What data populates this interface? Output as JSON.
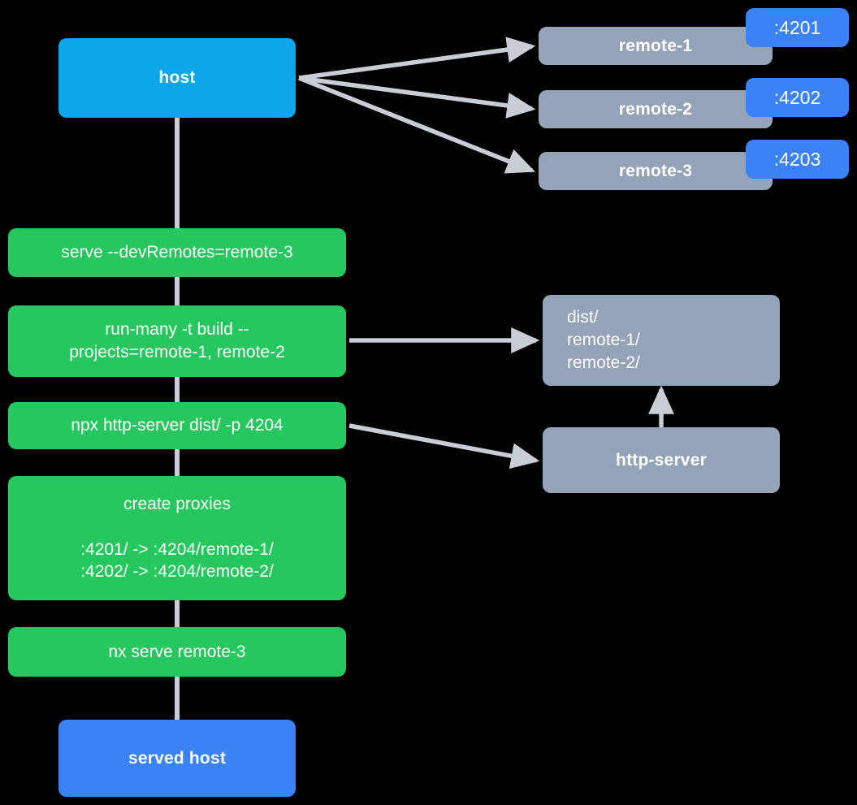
{
  "diagram": {
    "title": "nx host and remotes serving topology",
    "background": "#000000",
    "colors": {
      "host": "#0da6e8",
      "served_host": "#3b82f6",
      "command": "#25c75e",
      "remote": "#94a3b8",
      "port_badge": "#3b82f6",
      "edge": "#c9cdd6",
      "text": "#ffffff"
    }
  },
  "nodes": {
    "host": {
      "label": "host"
    },
    "served_host": {
      "label": "served host"
    },
    "remotes": [
      {
        "label": "remote-1",
        "port": ":4201"
      },
      {
        "label": "remote-2",
        "port": ":4202"
      },
      {
        "label": "remote-3",
        "port": ":4203"
      }
    ],
    "commands": [
      {
        "label": "serve --devRemotes=remote-3"
      },
      {
        "label": "run-many -t build --\nprojects=remote-1, remote-2"
      },
      {
        "label": "npx http-server dist/ -p 4204"
      },
      {
        "label": "create proxies\n\n:4201/ -> :4204/remote-1/\n:4202/ -> :4204/remote-2/"
      },
      {
        "label": "nx serve remote-3"
      }
    ],
    "dist": {
      "label": "dist/\n       remote-1/\n       remote-2/"
    },
    "http_server": {
      "label": "http-server"
    }
  },
  "edges": [
    {
      "from": "host",
      "to": "remote-1"
    },
    {
      "from": "host",
      "to": "remote-2"
    },
    {
      "from": "host",
      "to": "remote-3"
    },
    {
      "from": "run-many",
      "to": "dist"
    },
    {
      "from": "npx-http-server",
      "to": "http-server"
    },
    {
      "from": "http-server",
      "to": "dist"
    },
    {
      "from": "host",
      "to": "served-host-spine"
    }
  ]
}
